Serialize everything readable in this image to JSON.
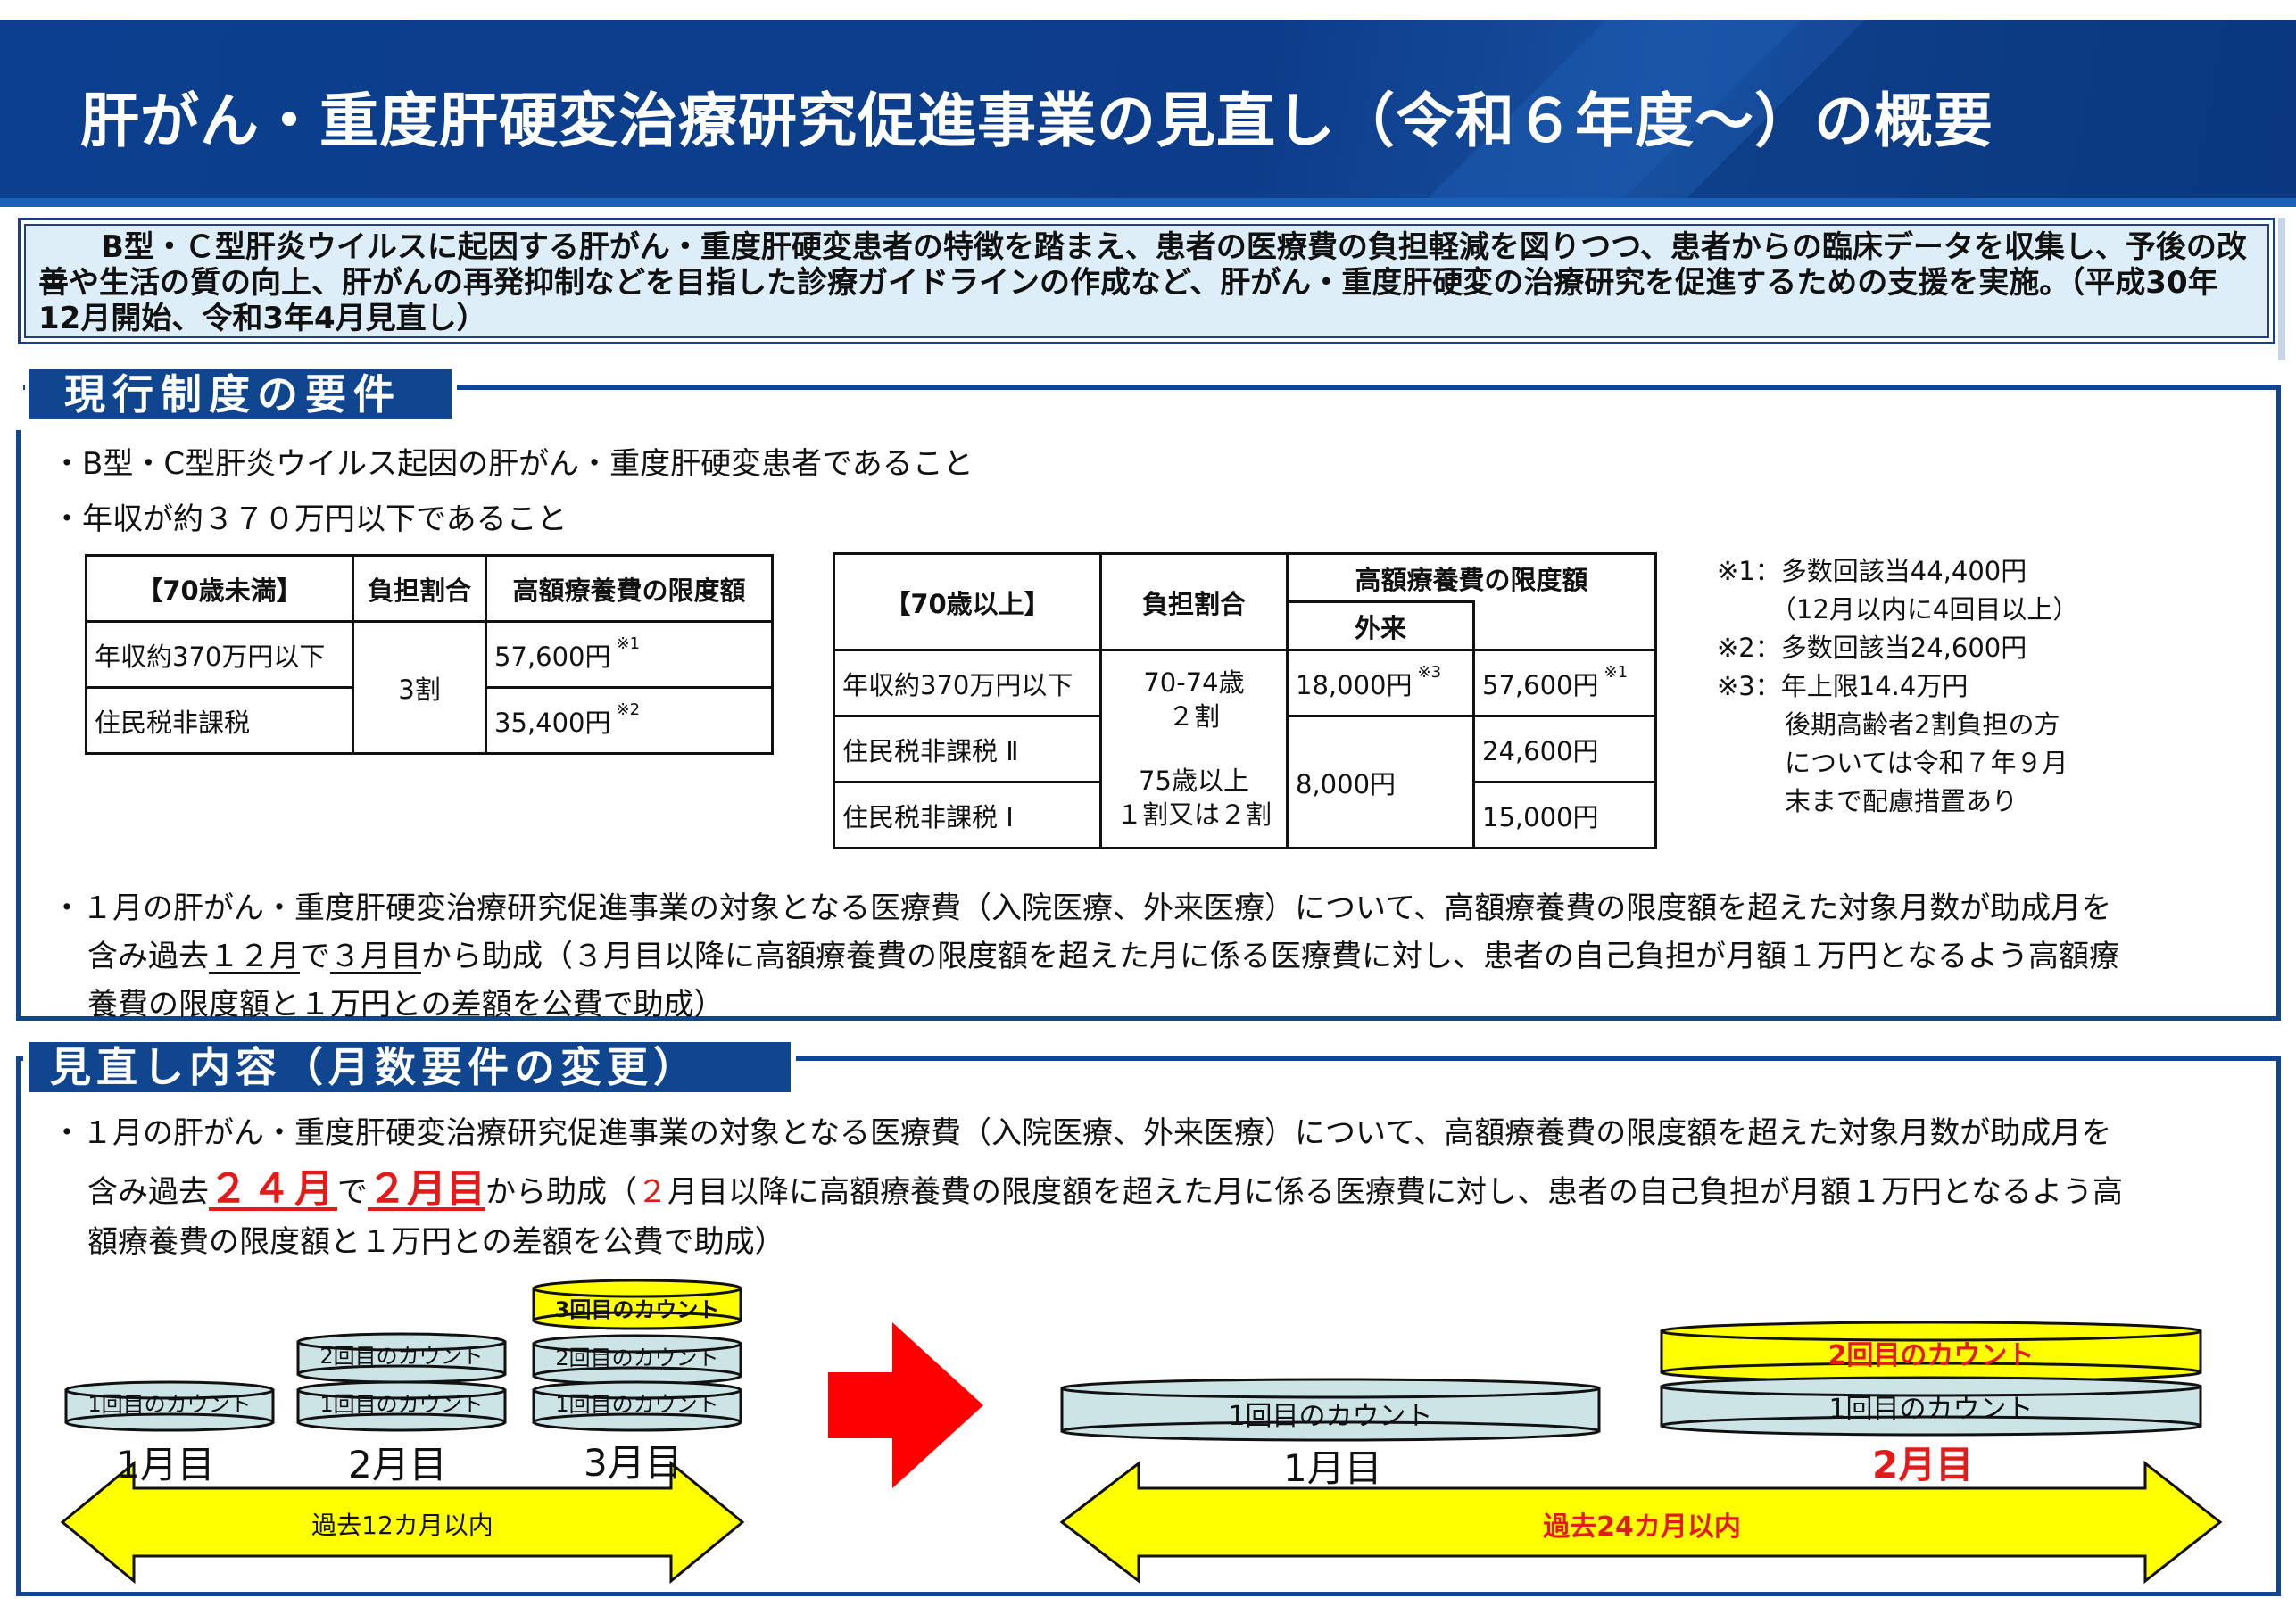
{
  "title": "肝がん・重度肝硬変治療研究促進事業の見直し（令和６年度～）の概要",
  "intro": "B型・Ｃ型肝炎ウイルスに起因する肝がん・重度肝硬変患者の特徴を踏まえ、患者の医療費の負担軽減を図りつつ、患者からの臨床データを収集し、予後の改善や生活の質の向上、肝がんの再発抑制などを目指した診療ガイドラインの作成など、肝がん・重度肝硬変の治療研究を促進するための支援を実施。（平成30年12月開始、令和3年4月見直し）",
  "current": {
    "heading": "現行制度の要件",
    "bullet1": "・B型・C型肝炎ウイルス起因の肝がん・重度肝硬変患者であること",
    "bullet2": "・年収が約３７０万円以下であること",
    "under70": {
      "h1": "【70歳未満】",
      "h2": "負担割合",
      "h3": "高額療養費の限度額",
      "r1_label": "年収約370万円以下",
      "ratio": "3割",
      "r1_amount": "57,600円",
      "r1_note": "※1",
      "r2_label": "住民税非課税",
      "r2_amount": "35,400円",
      "r2_note": "※2"
    },
    "over70": {
      "h1": "【70歳以上】",
      "h2": "負担割合",
      "h3": "高額療養費の限度額",
      "h3_sub": "外来",
      "r1_label": "年収約370万円以下",
      "ratio_a1": "70-74歳",
      "ratio_a2": "２割",
      "ratio_b1": "75歳以上",
      "ratio_b2": "１割又は２割",
      "r1_out": "18,000円",
      "r1_out_note": "※3",
      "r1_total": "57,600円",
      "r1_total_note": "※1",
      "r2_label": "住民税非課税 Ⅱ",
      "r23_out": "8,000円",
      "r2_total": "24,600円",
      "r3_label": "住民税非課税 Ⅰ",
      "r3_total": "15,000円"
    },
    "notes": [
      "※1：多数回該当44,400円",
      "（12月以内に4回目以上）",
      "※2：多数回該当24,600円",
      "※3：年上限14.4万円",
      "後期高齢者2割負担の方",
      "については令和７年９月",
      "末まで配慮措置あり"
    ],
    "para": {
      "l1": "・１月の肝がん・重度肝硬変治療研究促進事業の対象となる医療費（入院医療、外来医療）について、高額療養費の限度額を超えた対象月数が助成月を",
      "l2a": "含み過去",
      "l2b": "１２月",
      "l2c": "で",
      "l2d": "３月目",
      "l2e": "から助成（３月目以降に高額療養費の限度額を超えた月に係る医療費に対し、患者の自己負担が月額１万円となるよう高額療",
      "l3": "養費の限度額と１万円との差額を公費で助成）"
    }
  },
  "revision": {
    "heading": "見直し内容（月数要件の変更）",
    "l1": "・１月の肝がん・重度肝硬変治療研究促進事業の対象となる医療費（入院医療、外来医療）について、高額療養費の限度額を超えた対象月数が助成月を",
    "l2a": "含み過去",
    "l2b": "２４月",
    "l2c": "で",
    "l2d": "２月目",
    "l2e": "から助成（",
    "l2f": "２",
    "l2g": "月目以降に高額療養費の限度額を超えた月に係る医療費に対し、患者の自己負担が月額１万円となるよう高",
    "l3": "額療養費の限度額と１万円との差額を公費で助成）"
  },
  "diagram": {
    "c1": "1回目のカウント",
    "c2": "2回目のカウント",
    "c3": "3回目のカウント",
    "m1": "1月目",
    "m2": "2月目",
    "m3": "3月目",
    "old_range": "過去12カ月以内",
    "new_c1": "1回目のカウント",
    "new_c2": "2回目のカウント",
    "new_m1": "1月目",
    "new_m2": "2月目",
    "new_range": "過去24カ月以内"
  },
  "colors": {
    "navy": "#10458f",
    "coin": "#cde4e6",
    "yellow": "#ffff00",
    "red": "#e31a1a"
  }
}
